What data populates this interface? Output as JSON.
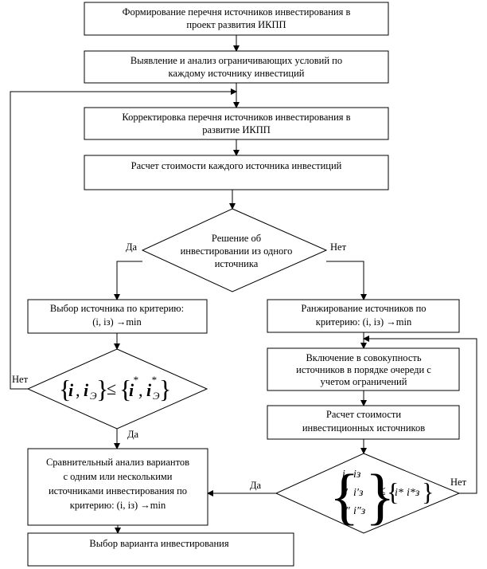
{
  "boxes": {
    "b1": [
      "Формирование перечня источников инвестирования в",
      "проект развития ИКПП"
    ],
    "b2": [
      "Выявление и анализ ограничивающих условий по",
      "каждому источнику инвестиций"
    ],
    "b3": [
      "Корректировка перечня источников инвестирования в",
      "развитие ИКПП"
    ],
    "b4": [
      "Расчет стоимости каждого источника инвестиций"
    ],
    "b5": [
      "Выбор источника по критерию:",
      "(i, iз) →min"
    ],
    "b6": [
      "Ранжирование источников по",
      "критерию: (i, iз) →min"
    ],
    "b7": [
      "Включение в совокупность",
      "источников в порядке очереди с",
      "учетом ограничений"
    ],
    "b8": [
      "Расчет стоимости",
      "инвестиционных источников"
    ],
    "b9": [
      "Сравнительный анализ вариантов",
      "с одним или несколькими",
      "источниками инвестирования по",
      "критерию: (i, iз) →min"
    ],
    "b10": [
      "Выбор варианта инвестирования"
    ]
  },
  "decisions": {
    "d1": [
      "Решение об",
      "инвестировании из одного",
      "источника"
    ],
    "d2": {
      "lhs_i": "i",
      "lhs_ie": "i",
      "lhs_sub": "Э",
      "op": "≤",
      "rhs_i": "i",
      "rhs_ie": "i",
      "rhs_sub": "Э",
      "star": "*"
    },
    "d3": {
      "rows": [
        [
          "i",
          "iз"
        ],
        [
          "i′",
          "i′з"
        ],
        [
          "i″",
          "i″з"
        ]
      ],
      "op": "≤",
      "rhs": [
        "i*",
        "i*з"
      ]
    }
  },
  "labels": {
    "yes": "Да",
    "no": "Нет"
  }
}
